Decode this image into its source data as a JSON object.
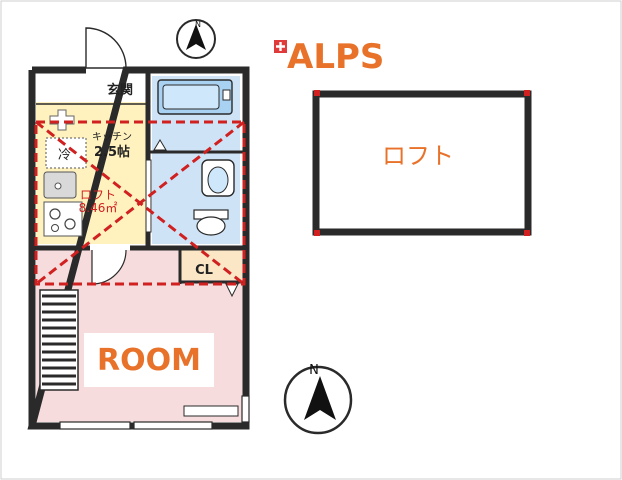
{
  "brand": {
    "name": "ALPS",
    "color": "#e8722a",
    "icon": "plus-cross-icon"
  },
  "floor_plan": {
    "entrance": "玄関",
    "kitchen_label": "キッチン",
    "kitchen_size": "2.5帖",
    "fridge": "冷",
    "loft_label": "ロフト",
    "loft_area": "8.46㎡",
    "closet": "CL",
    "room": "ROOM"
  },
  "loft_plan": {
    "label": "ロフト"
  },
  "compass": {
    "north_label": "N",
    "small_north_label": "N"
  },
  "colors": {
    "wall": "#2a2a2a",
    "kitchen_floor": "#fff2bf",
    "bath_floor": "#cfe3f6",
    "room_floor": "#f6dcdc",
    "loft_dash": "#d02020",
    "accent_orange": "#e8722a",
    "closet_floor": "#fbe6c6"
  }
}
